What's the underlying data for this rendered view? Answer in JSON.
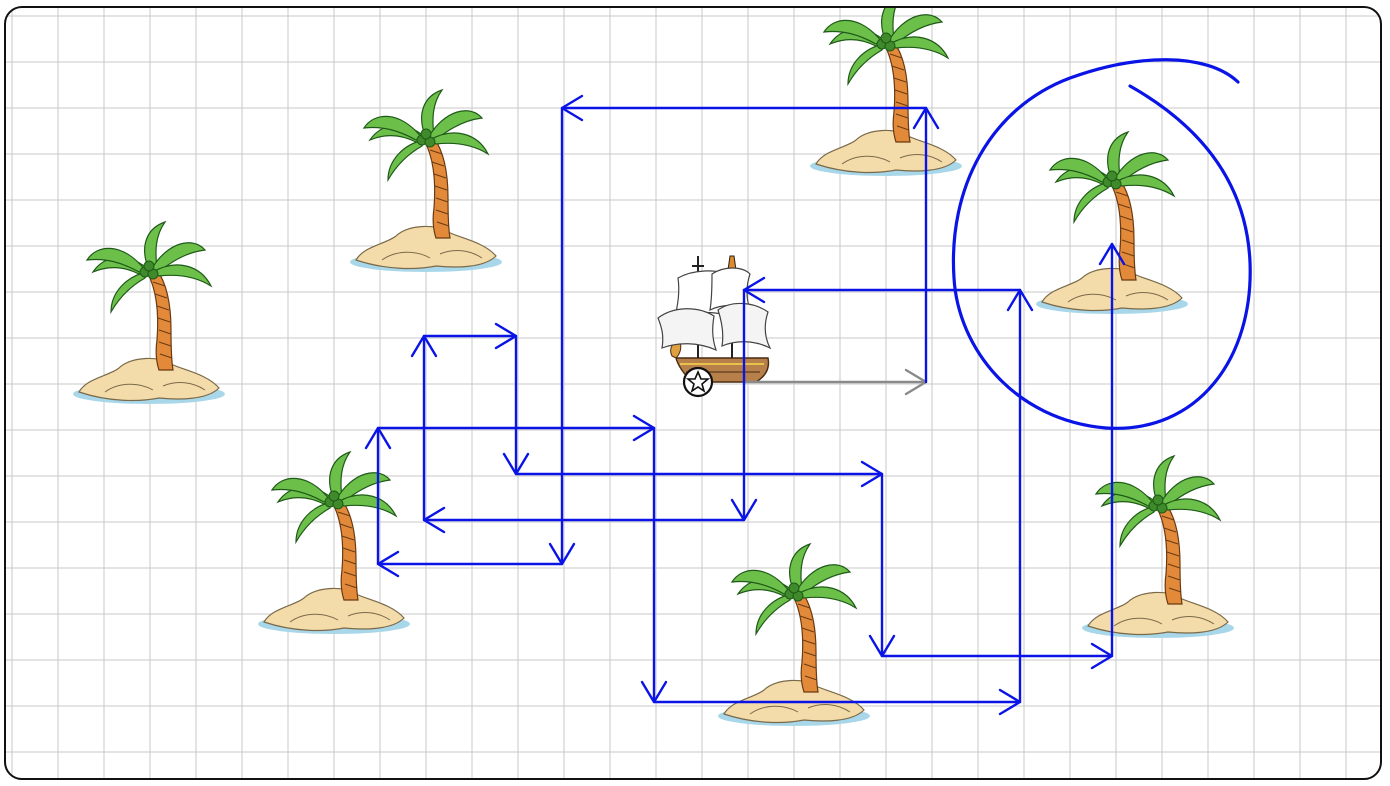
{
  "game": {
    "board": "treasure-map-grid",
    "grid_cell_units": 1,
    "path_color": "#0a14e6",
    "preview_color": "#8a8a8a",
    "grid_color": "#c8c8c8",
    "frame_color": "#111111"
  },
  "pieces": {
    "ship": {
      "icon": "pirate-ship-icon",
      "start_marker": "star-icon"
    },
    "islands": [
      {
        "icon": "palm-island-icon"
      },
      {
        "icon": "palm-island-icon"
      },
      {
        "icon": "palm-island-icon"
      },
      {
        "icon": "palm-island-icon"
      },
      {
        "icon": "palm-island-icon"
      },
      {
        "icon": "palm-island-icon"
      },
      {
        "icon": "palm-island-icon"
      }
    ]
  },
  "annotations": {
    "target_circle": {
      "icon": "hand-drawn-circle"
    }
  }
}
